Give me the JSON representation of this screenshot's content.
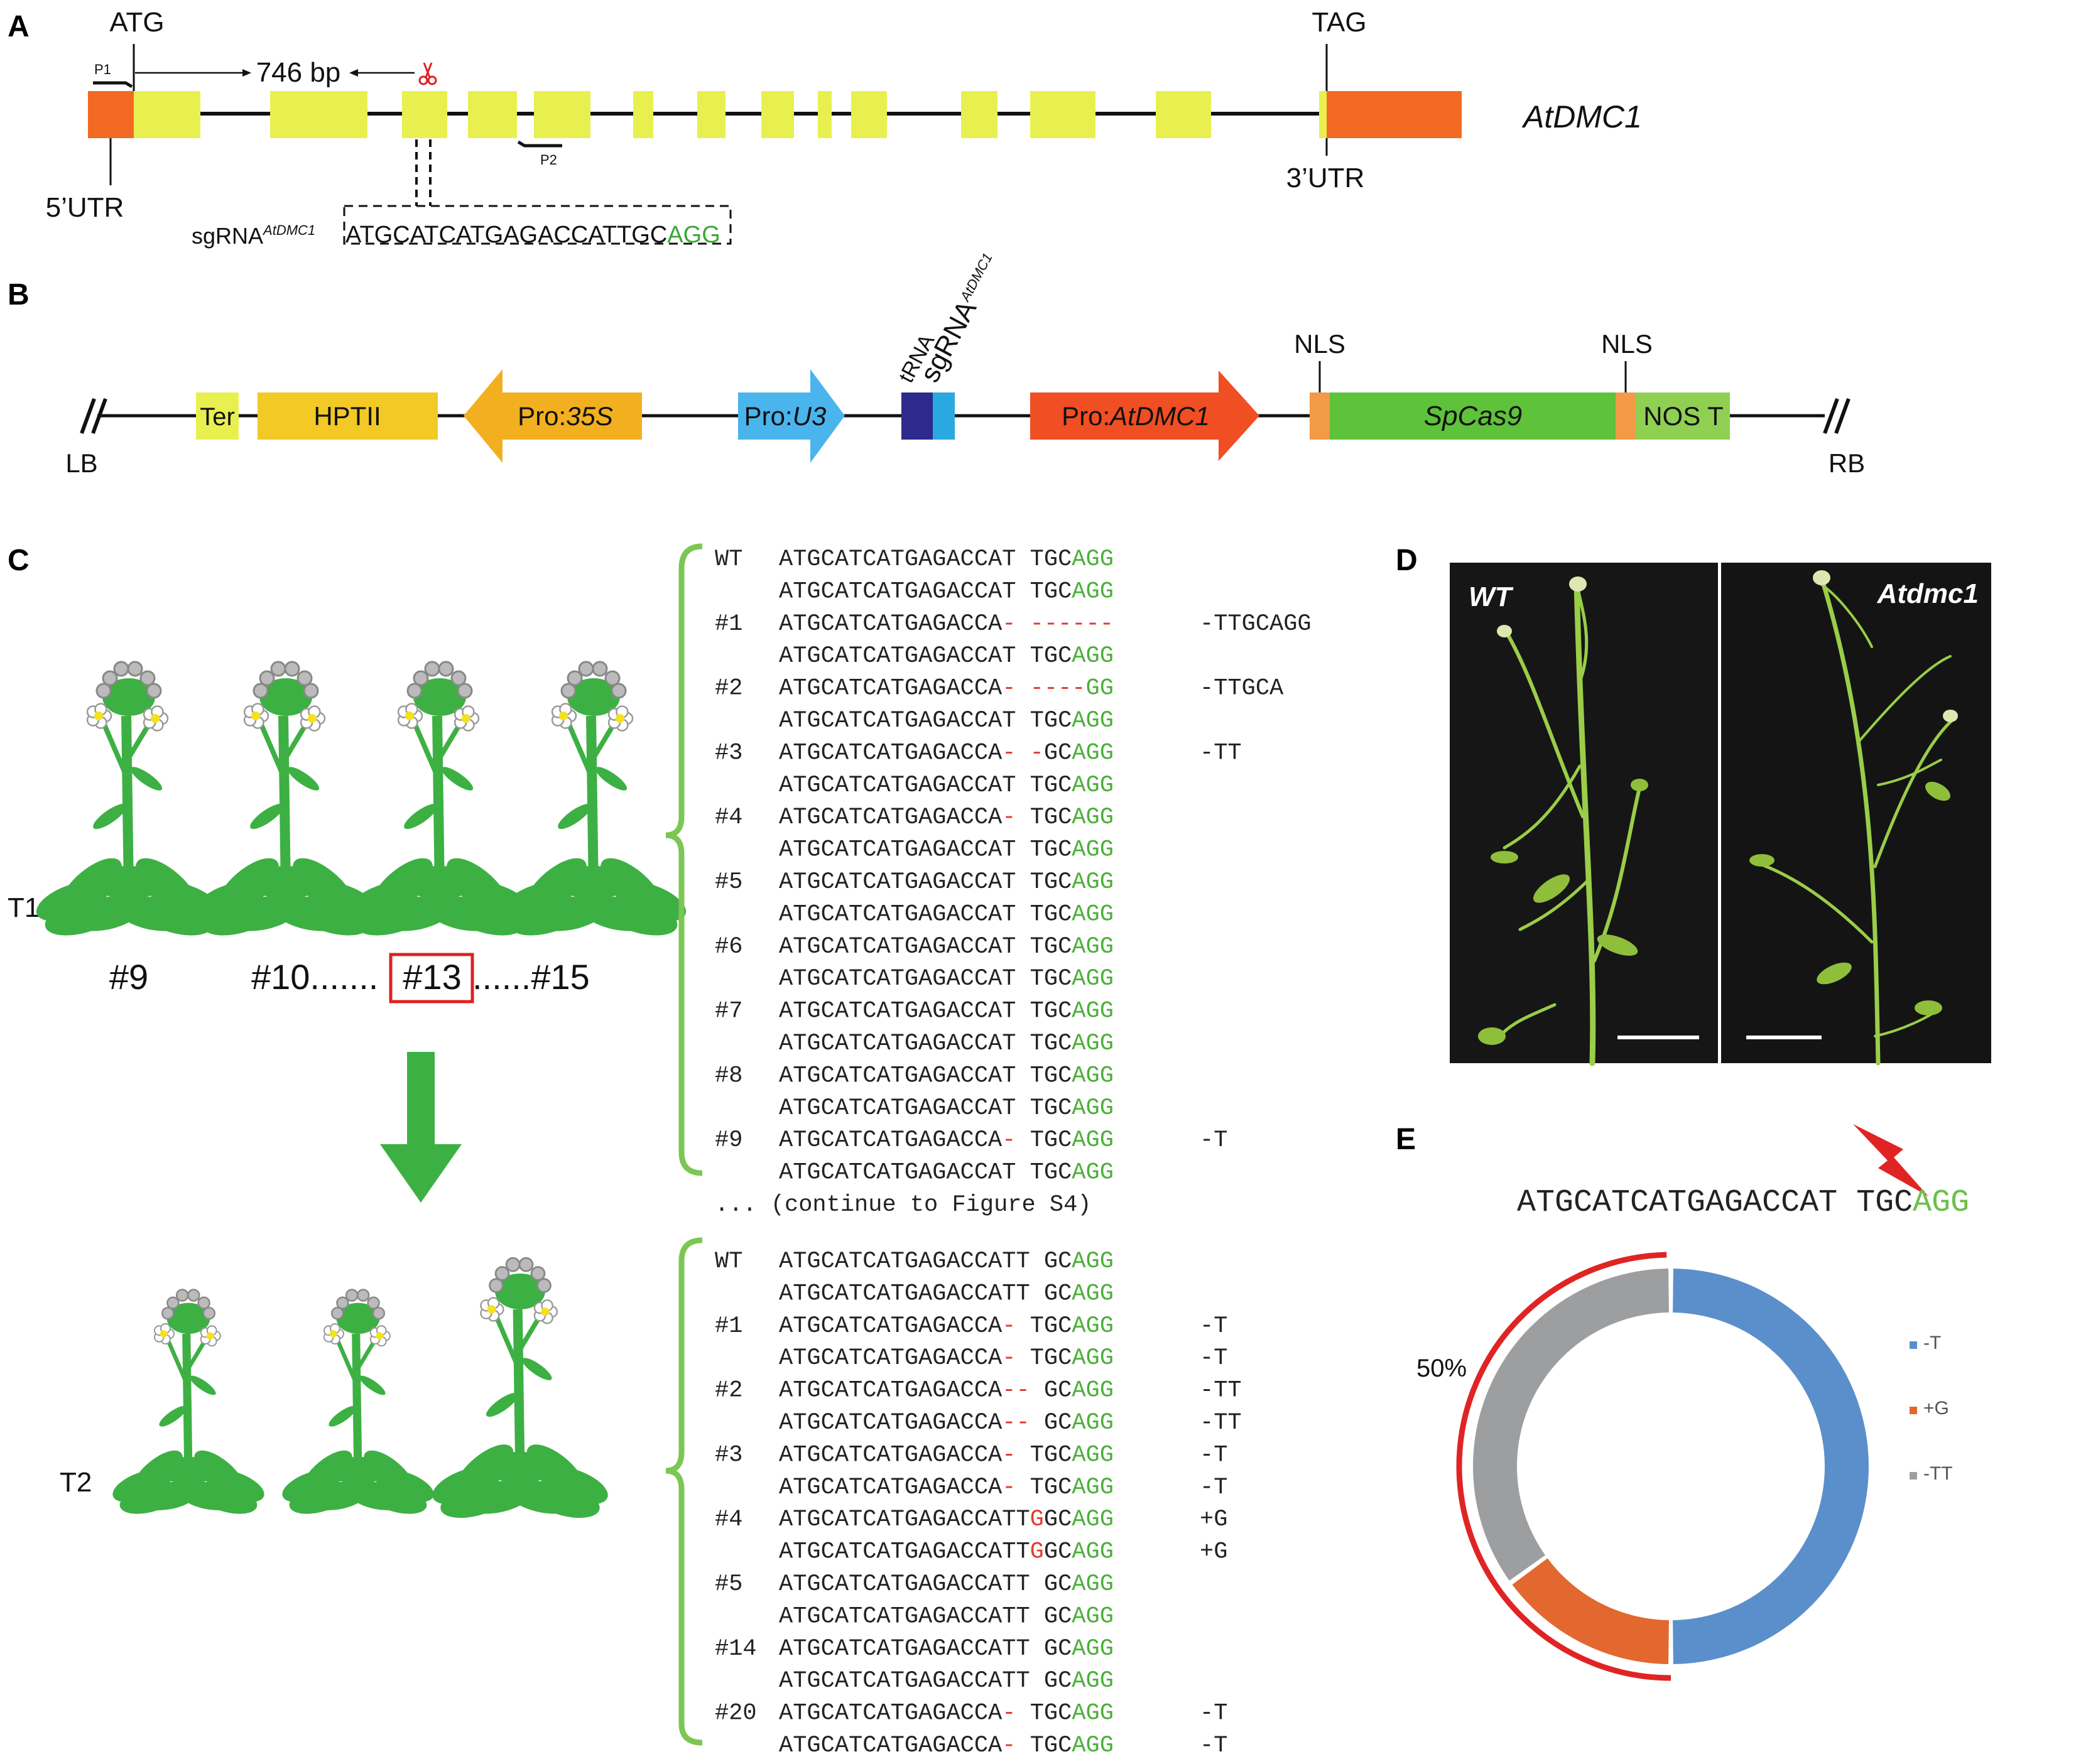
{
  "panels": {
    "A": {
      "label": "A",
      "atg": "ATG",
      "tag": "TAG",
      "distance": "746 bp",
      "p1": "P1",
      "p2": "P2",
      "utr5": "5’UTR",
      "utr3": "3’UTR",
      "gene": "AtDMC1",
      "sgrna_label": "sgRNA",
      "sgrna_sup": "AtDMC1",
      "sgrna_seq_main": "ATGCATCATGAGACCATTGC",
      "sgrna_seq_pam": "AGG",
      "colors": {
        "utr": "#F26A21",
        "exon": "#E8F050",
        "pam": "#3AA935",
        "scissors": "#E02020"
      }
    },
    "B": {
      "label": "B",
      "lb": "LB",
      "rb": "RB",
      "ter": "Ter",
      "hptii": "HPTII",
      "pro35s_prefix": "Pro:",
      "pro35s_italic": "35S",
      "prou3_prefix": "Pro:",
      "prou3_italic": "U3",
      "trna": "tRNA",
      "sgrna": "sgRNA",
      "sgrna_sup": "AtDMC1",
      "proatdmc1_prefix": "Pro:",
      "proatdmc1_italic": "AtDMC1",
      "nls1": "NLS",
      "nls2": "NLS",
      "spcas9": "SpCas9",
      "nost": "NOS T",
      "colors": {
        "ter": "#E8F050",
        "hptii": "#F2C925",
        "pro35s": "#F2B020",
        "prou3": "#4AB4EC",
        "trna": "#2D2A8C",
        "sgrna": "#2AA8E0",
        "proatdmc1": "#F04E23",
        "nls": "#F29A45",
        "spcas9": "#5EC23A",
        "nost": "#8FD053"
      }
    },
    "C": {
      "label": "C",
      "t1": "T1",
      "t2": "T2",
      "plant_ids": [
        "#9",
        "#10.......",
        "#13",
        "......#15"
      ],
      "t1_rows": [
        {
          "id": "WT",
          "main": "ATGCATCATGAGACCAT",
          "red": "",
          "mid": " TGC",
          "pam": "AGG",
          "note": ""
        },
        {
          "id": "",
          "main": "ATGCATCATGAGACCAT",
          "red": "",
          "mid": " TGC",
          "pam": "AGG",
          "note": ""
        },
        {
          "id": "#1",
          "main": "ATGCATCATGAGACCA",
          "red": "- ------",
          "mid": "",
          "pam": "",
          "note": "-TTGCAGG"
        },
        {
          "id": "",
          "main": "ATGCATCATGAGACCAT",
          "red": "",
          "mid": " TGC",
          "pam": "AGG",
          "note": ""
        },
        {
          "id": "#2",
          "main": "ATGCATCATGAGACCA",
          "red": "- ----",
          "mid": "",
          "pam": "GG",
          "note": "-TTGCA"
        },
        {
          "id": "",
          "main": "ATGCATCATGAGACCAT",
          "red": "",
          "mid": " TGC",
          "pam": "AGG",
          "note": ""
        },
        {
          "id": "#3",
          "main": "ATGCATCATGAGACCA",
          "red": "- -",
          "mid": "GC",
          "pam": "AGG",
          "note": "-TT"
        },
        {
          "id": "",
          "main": "ATGCATCATGAGACCAT",
          "red": "",
          "mid": " TGC",
          "pam": "AGG",
          "note": ""
        },
        {
          "id": "#4",
          "main": "ATGCATCATGAGACCA",
          "red": "-",
          "mid": " TGC",
          "pam": "AGG",
          "note": ""
        },
        {
          "id": "",
          "main": "ATGCATCATGAGACCAT",
          "red": "",
          "mid": " TGC",
          "pam": "AGG",
          "note": ""
        },
        {
          "id": "#5",
          "main": "ATGCATCATGAGACCAT",
          "red": "",
          "mid": " TGC",
          "pam": "AGG",
          "note": ""
        },
        {
          "id": "",
          "main": "ATGCATCATGAGACCAT",
          "red": "",
          "mid": " TGC",
          "pam": "AGG",
          "note": ""
        },
        {
          "id": "#6",
          "main": "ATGCATCATGAGACCAT",
          "red": "",
          "mid": " TGC",
          "pam": "AGG",
          "note": ""
        },
        {
          "id": "",
          "main": "ATGCATCATGAGACCAT",
          "red": "",
          "mid": " TGC",
          "pam": "AGG",
          "note": ""
        },
        {
          "id": "#7",
          "main": "ATGCATCATGAGACCAT",
          "red": "",
          "mid": " TGC",
          "pam": "AGG",
          "note": ""
        },
        {
          "id": "",
          "main": "ATGCATCATGAGACCAT",
          "red": "",
          "mid": " TGC",
          "pam": "AGG",
          "note": ""
        },
        {
          "id": "#8",
          "main": "ATGCATCATGAGACCAT",
          "red": "",
          "mid": " TGC",
          "pam": "AGG",
          "note": ""
        },
        {
          "id": "",
          "main": "ATGCATCATGAGACCAT",
          "red": "",
          "mid": " TGC",
          "pam": "AGG",
          "note": ""
        },
        {
          "id": "#9",
          "main": "ATGCATCATGAGACCA",
          "red": "-",
          "mid": " TGC",
          "pam": "AGG",
          "note": "-T"
        },
        {
          "id": "",
          "main": "ATGCATCATGAGACCAT",
          "red": "",
          "mid": " TGC",
          "pam": "AGG",
          "note": ""
        }
      ],
      "continue_note": "...  (continue to Figure S4)",
      "t2_rows": [
        {
          "id": "WT",
          "main": "ATGCATCATGAGACCATT",
          "red": "",
          "mid": " GC",
          "pam": "AGG",
          "note": ""
        },
        {
          "id": "",
          "main": "ATGCATCATGAGACCATT",
          "red": "",
          "mid": " GC",
          "pam": "AGG",
          "note": ""
        },
        {
          "id": "#1",
          "main": "ATGCATCATGAGACCA",
          "red": "-",
          "mid": " TGC",
          "pam": "AGG",
          "note": "-T"
        },
        {
          "id": "",
          "main": "ATGCATCATGAGACCA",
          "red": "-",
          "mid": " TGC",
          "pam": "AGG",
          "note": "-T"
        },
        {
          "id": "#2",
          "main": "ATGCATCATGAGACCA",
          "red": "--",
          "mid": " GC",
          "pam": "AGG",
          "note": "-TT"
        },
        {
          "id": "",
          "main": "ATGCATCATGAGACCA",
          "red": "--",
          "mid": " GC",
          "pam": "AGG",
          "note": "-TT"
        },
        {
          "id": "#3",
          "main": "ATGCATCATGAGACCA",
          "red": "-",
          "mid": " TGC",
          "pam": "AGG",
          "note": "-T"
        },
        {
          "id": "",
          "main": "ATGCATCATGAGACCA",
          "red": "-",
          "mid": " TGC",
          "pam": "AGG",
          "note": "-T"
        },
        {
          "id": "#4",
          "main": "ATGCATCATGAGACCATT",
          "red": "G",
          "mid": "GC",
          "pam": "AGG",
          "note": "+G"
        },
        {
          "id": "",
          "main": "ATGCATCATGAGACCATT",
          "red": "G",
          "mid": "GC",
          "pam": "AGG",
          "note": "+G"
        },
        {
          "id": "#5",
          "main": "ATGCATCATGAGACCATT",
          "red": "",
          "mid": " GC",
          "pam": "AGG",
          "note": ""
        },
        {
          "id": "",
          "main": "ATGCATCATGAGACCATT",
          "red": "",
          "mid": " GC",
          "pam": "AGG",
          "note": ""
        },
        {
          "id": "#14",
          "main": "ATGCATCATGAGACCATT",
          "red": "",
          "mid": " GC",
          "pam": "AGG",
          "note": ""
        },
        {
          "id": "",
          "main": "ATGCATCATGAGACCATT",
          "red": "",
          "mid": " GC",
          "pam": "AGG",
          "note": ""
        },
        {
          "id": "#20",
          "main": "ATGCATCATGAGACCA",
          "red": "-",
          "mid": " TGC",
          "pam": "AGG",
          "note": "-T"
        },
        {
          "id": "",
          "main": "ATGCATCATGAGACCA",
          "red": "-",
          "mid": " TGC",
          "pam": "AGG",
          "note": "-T"
        }
      ],
      "colors": {
        "red": "#E23B2E",
        "pam": "#4CAF3A",
        "brace": "#7CC653",
        "plant": "#3DB043",
        "arrow": "#3DB043",
        "highlight": "#E02020"
      }
    },
    "D": {
      "label": "D",
      "wt": "WT",
      "mutant": "Atdmc1"
    },
    "E": {
      "label": "E",
      "seq_main": "ATGCATCATGAGACCAT",
      "seq_mid": " TGC",
      "seq_pam": "AGG",
      "percent_label": "50%",
      "chart_data": {
        "type": "pie",
        "subtype": "donut",
        "series": [
          {
            "name": "-T",
            "value": 50,
            "color": "#5B8FCB"
          },
          {
            "name": "+G",
            "value": 15,
            "color": "#E2682F"
          },
          {
            "name": "-TT",
            "value": 35,
            "color": "#9D9EA0"
          }
        ],
        "highlight_arc_percent": 50,
        "highlight_color": "#E02424",
        "legend_position": "right"
      }
    }
  }
}
